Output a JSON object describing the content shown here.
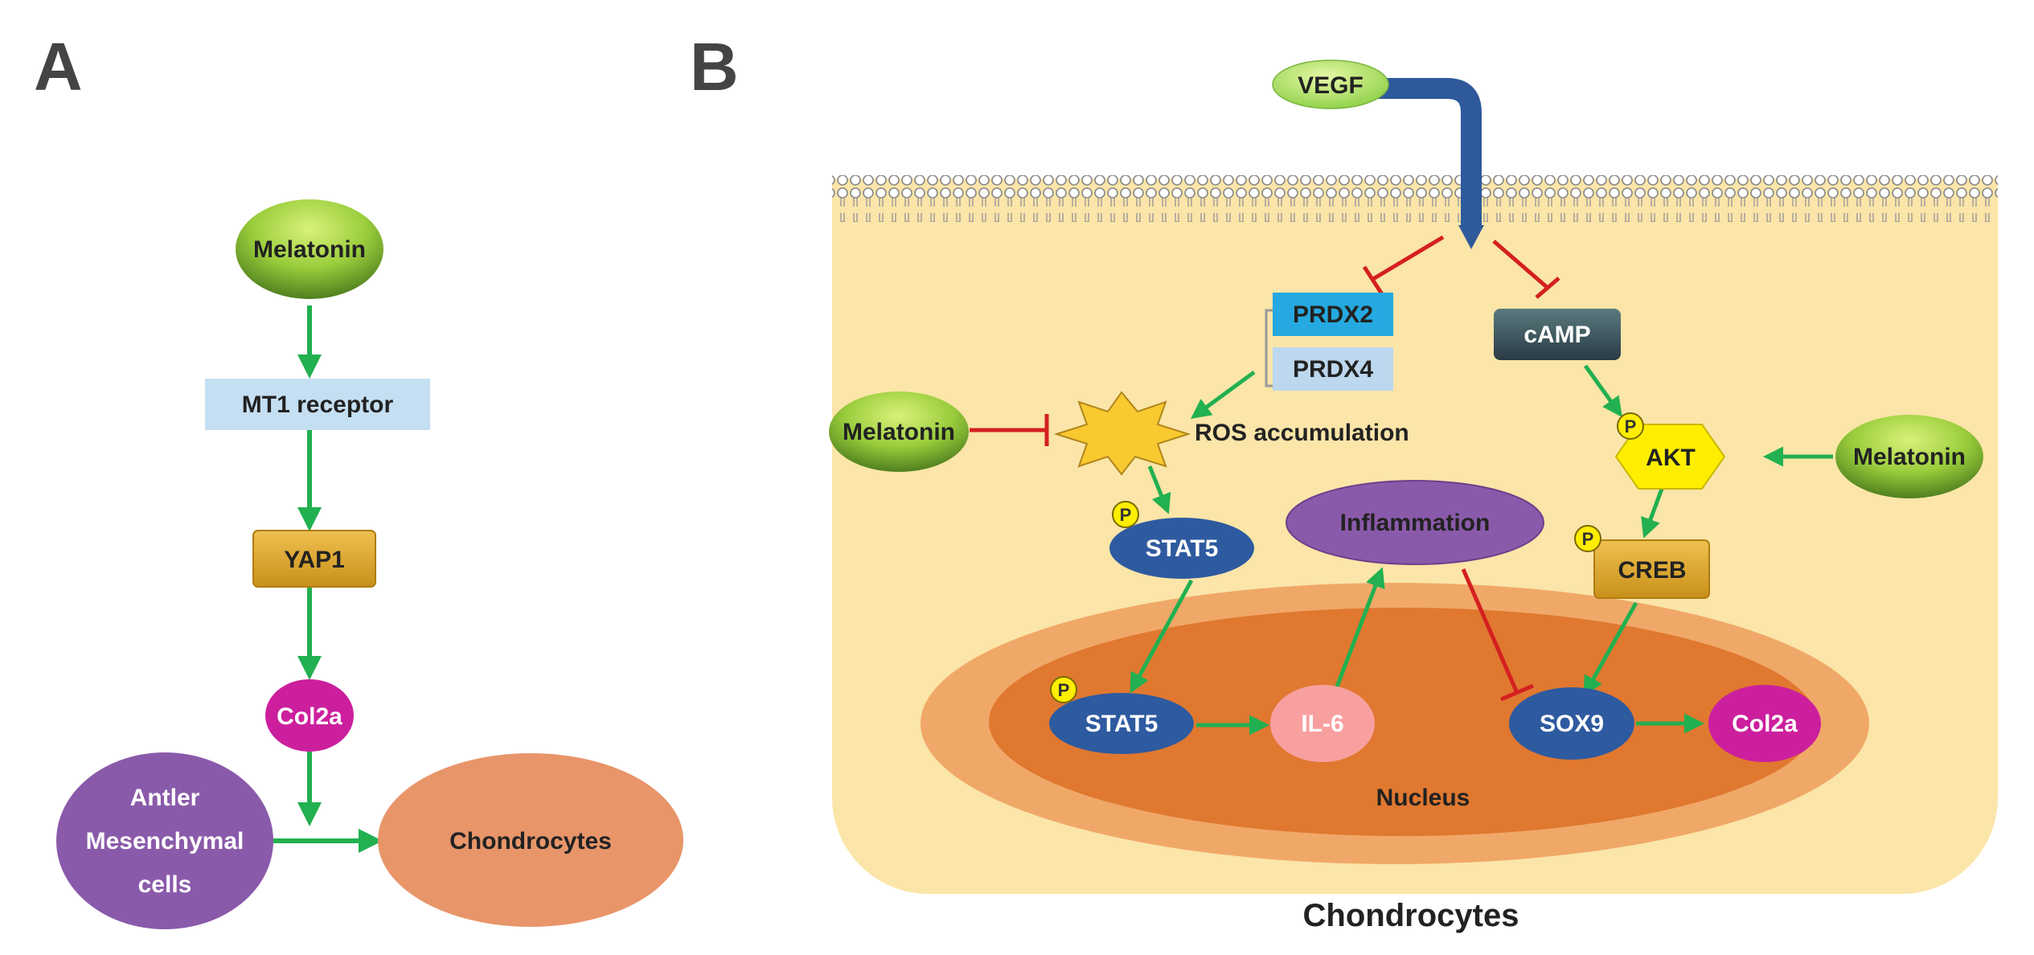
{
  "panel_a": {
    "letter": "A",
    "melatonin": "Melatonin",
    "mt1_receptor": "MT1 receptor",
    "yap1": "YAP1",
    "col2a": "Col2a",
    "antler_line1": "Antler",
    "antler_line2": "Mesenchymal",
    "antler_line3": "cells",
    "chondrocytes": "Chondrocytes"
  },
  "panel_b": {
    "letter": "B",
    "vegf": "VEGF",
    "prdx2": "PRDX2",
    "prdx4": "PRDX4",
    "camp": "cAMP",
    "melatonin_left": "Melatonin",
    "ros": "ROS accumulation",
    "akt": "AKT",
    "melatonin_right": "Melatonin",
    "p_mark": "P",
    "stat5_cyto": "STAT5",
    "inflammation": "Inflammation",
    "creb": "CREB",
    "stat5_nuc": "STAT5",
    "il6": "IL-6",
    "sox9": "SOX9",
    "col2a": "Col2a",
    "nucleus": "Nucleus",
    "cell_label": "Chondrocytes"
  },
  "colors": {
    "green_arrow": "#22b050",
    "red_inhibit": "#d42020",
    "cell_fill": "#fbe5a8",
    "nucleus_outer": "#f0a868",
    "nucleus_inner": "#e07830",
    "blue_node": "#2e5aa0",
    "magenta": "#cc1f9e",
    "purple": "#8a5aaa",
    "gold": "#dba020",
    "yellow": "#ffee00",
    "receptor_blue": "#2e5a9c"
  }
}
